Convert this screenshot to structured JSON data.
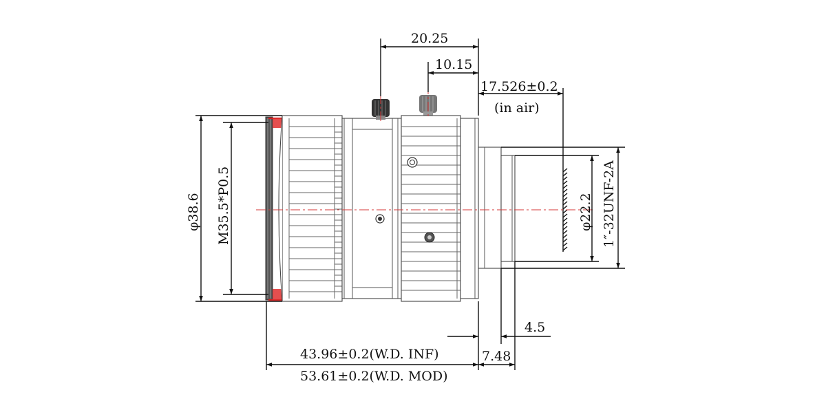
{
  "dimensions": {
    "top_width": "20.25",
    "top_inner": "10.15",
    "flange_back": "17.526±0.2",
    "flange_back_note": "(in air)",
    "outer_diameter": "φ38.6",
    "filter_thread": "M35.5*P0.5",
    "image_diameter": "φ22.2",
    "mount_thread": "1″-32UNF-2A",
    "mount_depth": "4.5",
    "mount_length": "7.48",
    "length_inf": "43.96±0.2(W.D. INF)",
    "length_mod": "53.61±0.2(W.D. MOD)"
  },
  "colors": {
    "outline": "#444444",
    "dimension": "#111111",
    "center_line": "#d43a3a",
    "highlight": "#d42020"
  }
}
